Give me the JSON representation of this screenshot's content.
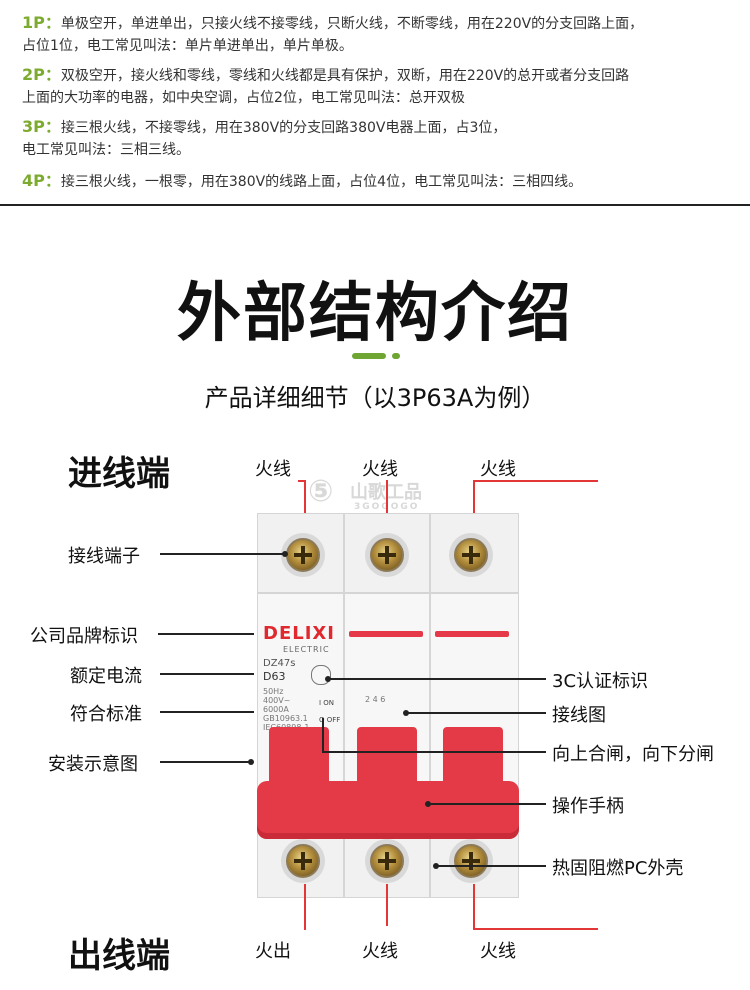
{
  "info": {
    "p1": {
      "key": "1P：",
      "text": "单极空开，单进单出，只接火线不接零线，只断火线，不断零线，用在220V的分支回路上面，",
      "text2": "占位1位，电工常见叫法：单片单进单出，单片单极。"
    },
    "p2": {
      "key": "2P：",
      "text": "双极空开，接火线和零线，零线和火线都是具有保护，双断，用在220V的总开或者分支回路",
      "text2": "上面的大功率的电器，如中央空调，占位2位，电工常见叫法：总开双极"
    },
    "p3": {
      "key": "3P：",
      "text": "接三根火线，不接零线，用在380V的分支回路380V电器上面，占3位，",
      "text2": "电工常见叫法：三相三线。"
    },
    "p4": {
      "key": "4P：",
      "text": "接三根火线，一根零，用在380V的线路上面，占位4位，电工常见叫法：三相四线。"
    }
  },
  "title": "外部结构介绍",
  "subtitle": "产品详细细节（以3P63A为例）",
  "watermark": {
    "brand": "山歌工品",
    "domain": "3GOGOGO"
  },
  "sections": {
    "input": "进线端",
    "output": "出线端"
  },
  "top_wires": [
    "火线",
    "火线",
    "火线"
  ],
  "bottom_wires": [
    "火出",
    "火线",
    "火线"
  ],
  "left_labels": [
    "接线端子",
    "公司品牌标识",
    "额定电流",
    "符合标准",
    "安装示意图"
  ],
  "right_labels": [
    "3C认证标识",
    "接线图",
    "向上合闸，向下分闸",
    "操作手柄",
    "热固阻燃PC外壳"
  ],
  "breaker": {
    "brand": "DELIXI",
    "brand_sub": "ELECTRIC",
    "series": "DZ47s",
    "rating": "D63",
    "specs": [
      "50Hz",
      "400V~",
      "6000A",
      "GB10963.1",
      "IEC60898-1"
    ],
    "on": "I ON",
    "off": "O OFF",
    "wiring_mark": "2 4 6"
  },
  "colors": {
    "accent": "#6fa532",
    "key": "#7dab2f",
    "lead_red": "#e33636",
    "handle_red": "#e43a47",
    "brand_red": "#e0282f"
  }
}
